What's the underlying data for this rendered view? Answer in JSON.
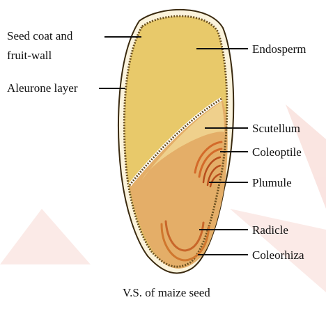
{
  "diagram": {
    "caption": "V.S. of maize seed",
    "labels": {
      "seed_coat_line1": "Seed coat and",
      "seed_coat_line2": "fruit-wall",
      "aleurone": "Aleurone layer",
      "endosperm": "Endosperm",
      "scutellum": "Scutellum",
      "coleoptile": "Coleoptile",
      "plumule": "Plumule",
      "radicle": "Radicle",
      "coleorhiza": "Coleorhiza"
    }
  },
  "colors": {
    "endosperm": "#e8c96a",
    "embryo_region": "#e4ae68",
    "coleoptile": "#d36a2a",
    "seed_coat": "#ffffff",
    "outline": "#3a2a10",
    "watermark": "#f6cfc9"
  }
}
